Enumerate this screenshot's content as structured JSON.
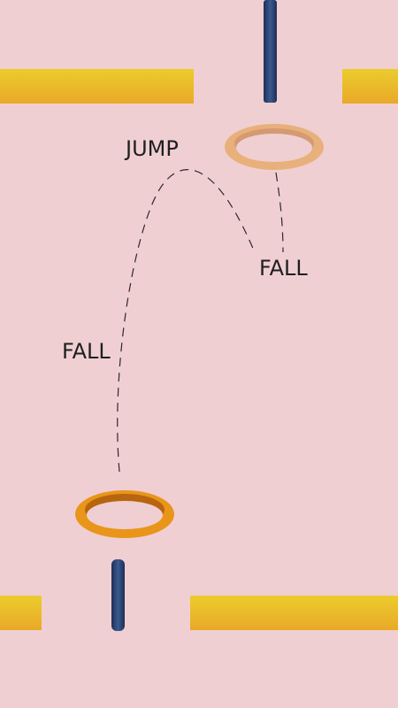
{
  "colors": {
    "background": "#f0cfd2",
    "bar_top": "#ebcc2d",
    "bar_bottom": "#e9a928",
    "pole_dark": "#1e2e58",
    "pole_light": "#3a5a8f",
    "ring_active": "#e8951a",
    "ring_active_inner": "#b8650f",
    "ring_ghost": "#e8b07a",
    "ring_ghost_inner": "#d59a72",
    "path_line": "#2a2a2a",
    "label_text": "#1f1f1f"
  },
  "labels": {
    "jump": "JUMP",
    "fall_right": "FALL",
    "fall_left": "FALL"
  },
  "icons": {
    "active_ring": "ring-icon",
    "ghost_ring": "ring-ghost-icon",
    "pole": "pole-icon"
  }
}
